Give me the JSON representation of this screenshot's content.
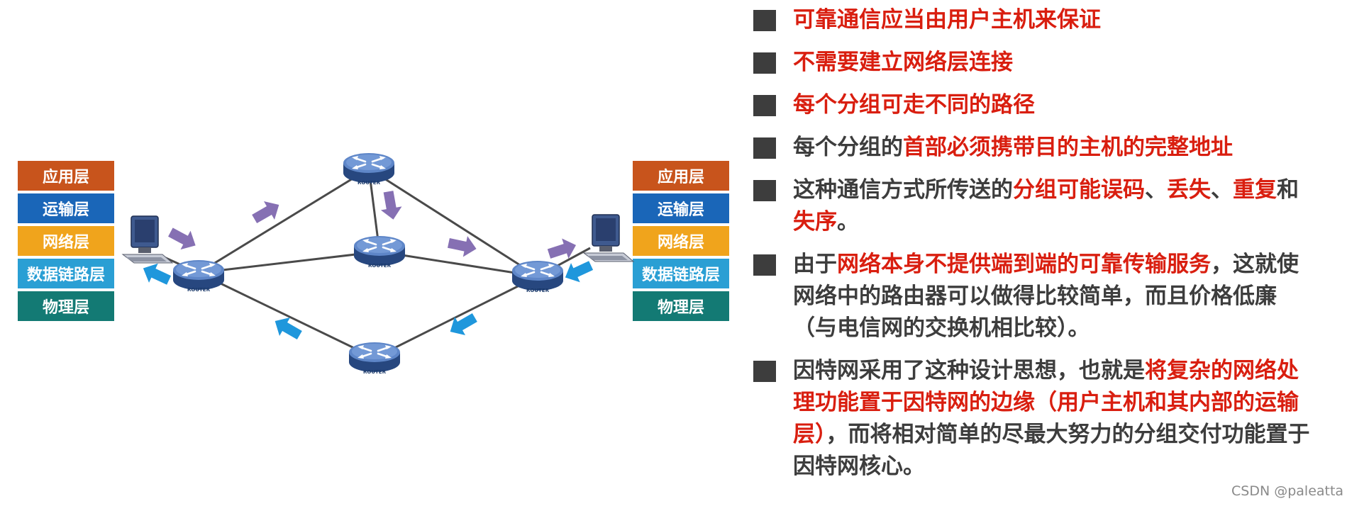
{
  "left_stack": [
    "应用层",
    "运输层",
    "网络层",
    "数据链路层",
    "物理层"
  ],
  "right_stack": [
    "应用层",
    "运输层",
    "网络层",
    "数据链路层",
    "物理层"
  ],
  "router_label": "ROUTER",
  "bullets": [
    [
      {
        "t": "可靠通信应当由用户主机来保证",
        "r": true
      }
    ],
    [
      {
        "t": "不需要建立网络层连接",
        "r": true
      }
    ],
    [
      {
        "t": "每个分组可走不同的路径",
        "r": true
      }
    ],
    [
      {
        "t": "每个分组的",
        "r": false
      },
      {
        "t": "首部必须携带目的主机的完整地址",
        "r": true
      }
    ],
    [
      {
        "t": "这种通信方式所传送的",
        "r": false
      },
      {
        "t": "分组可能误码",
        "r": true
      },
      {
        "t": "、",
        "r": false
      },
      {
        "t": "丢失",
        "r": true
      },
      {
        "t": "、",
        "r": false
      },
      {
        "t": "重复",
        "r": true
      },
      {
        "t": "和",
        "r": false
      },
      {
        "t": "失序",
        "r": true
      },
      {
        "t": "。",
        "r": false
      }
    ],
    [
      {
        "t": "由于",
        "r": false
      },
      {
        "t": "网络本身不提供端到端的可靠传输服务",
        "r": true
      },
      {
        "t": "，这就使网络中的路由器可以做得比较简单，而且价格低廉（与电信网的交换机相比较）。",
        "r": false
      }
    ],
    [
      {
        "t": "因特网采用了这种设计思想，也就是",
        "r": false
      },
      {
        "t": "将复杂的网络处理功能置于因特网的边缘（用户主机和其内部的运输层）",
        "r": true
      },
      {
        "t": "，而将相对简单的尽最大努力的分组交付功能置于因特网核心。",
        "r": false
      }
    ]
  ],
  "watermark": "CSDN @paleatta",
  "colors": {
    "layer_app": "#c8541c",
    "layer_transport": "#1a66b8",
    "layer_network": "#f0a41c",
    "layer_datalink": "#2a9fd4",
    "layer_physical": "#137a74",
    "text_red": "#d91e0f",
    "text_gray": "#3d3d3d",
    "arrow_purple": "#8670b3",
    "arrow_blue": "#1f97dc"
  }
}
